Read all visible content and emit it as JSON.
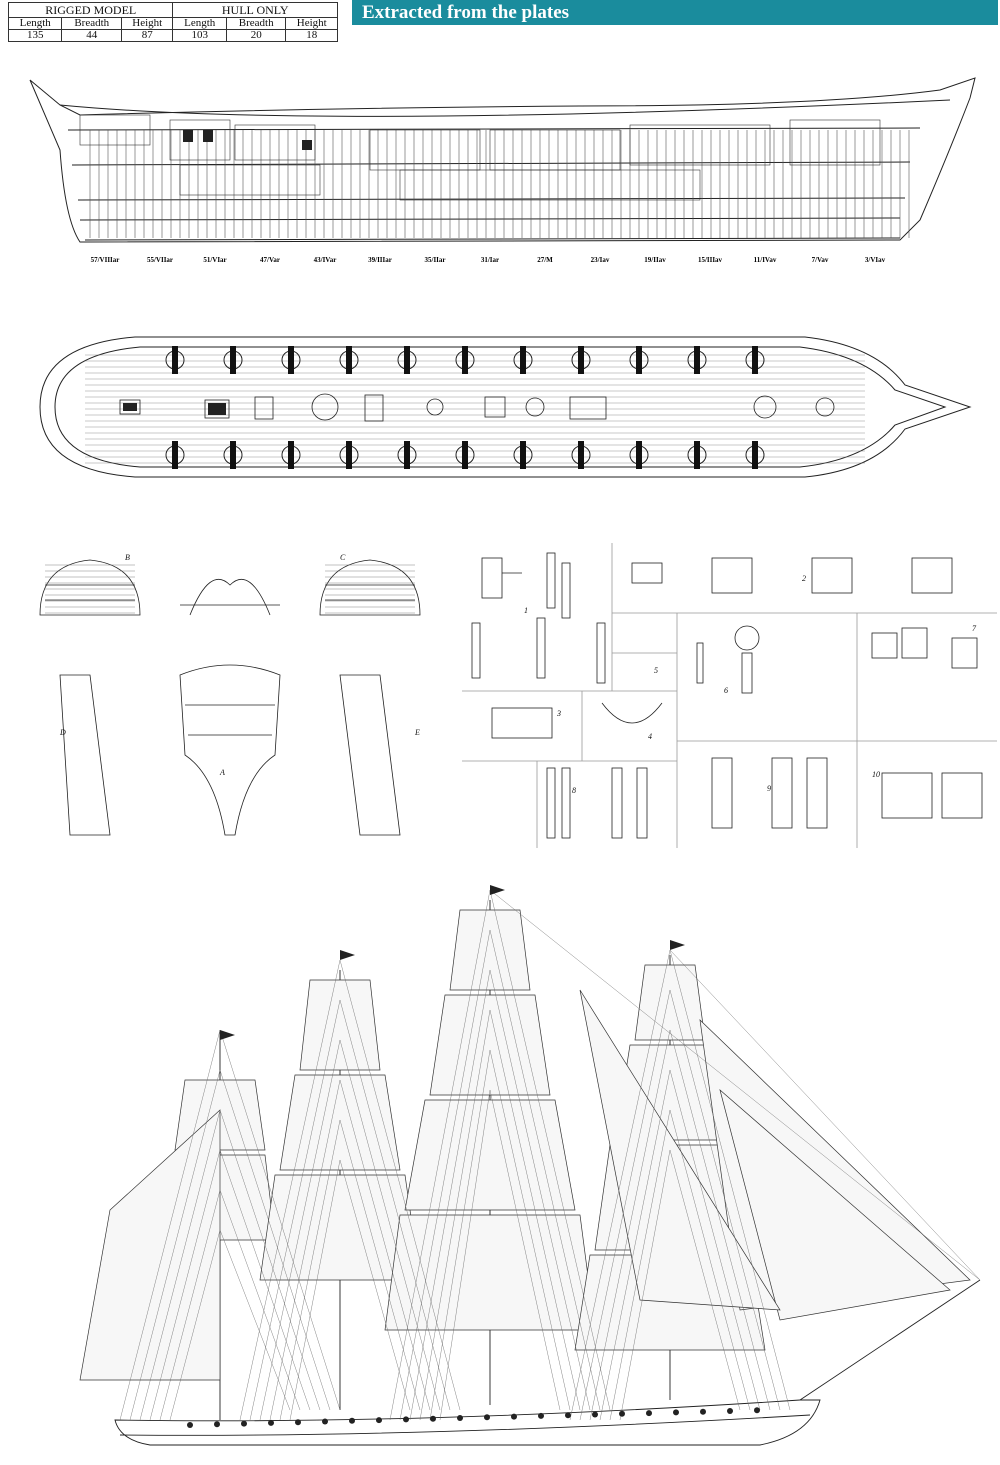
{
  "dimensions_table": {
    "rigged_model": {
      "title": "RIGGED MODEL",
      "length_label": "Length",
      "breadth_label": "Breadth",
      "height_label": "Height",
      "length": "135",
      "breadth": "44",
      "height": "87"
    },
    "hull_only": {
      "title": "HULL ONLY",
      "length_label": "Length",
      "breadth_label": "Breadth",
      "height_label": "Height",
      "length": "103",
      "breadth": "20",
      "height": "18"
    }
  },
  "banner": {
    "title": "Extracted from the plates"
  },
  "profile_plan": {
    "frame_stations": [
      "57/VIIIar",
      "55/VIIar",
      "51/VIar",
      "47/Var",
      "43/IVar",
      "39/IIIar",
      "35/IIar",
      "31/Iar",
      "27/M",
      "23/Iav",
      "19/IIav",
      "15/IIIav",
      "11/IVav",
      "7/Vav",
      "3/VIav"
    ]
  },
  "detail_plates": {
    "section_labels": [
      "B",
      "C",
      "D",
      "E",
      "A"
    ],
    "fitting_numbers": [
      "1",
      "2",
      "3",
      "4",
      "5",
      "6",
      "7",
      "8",
      "9",
      "10"
    ]
  }
}
